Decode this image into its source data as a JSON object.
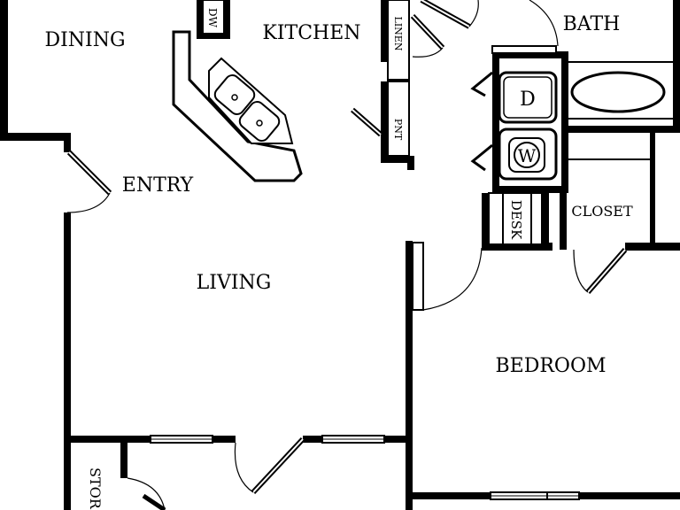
{
  "rooms": {
    "dining": "DINING",
    "kitchen": "KITCHEN",
    "bath": "BATH",
    "entry": "ENTRY",
    "living": "LIVING",
    "bedroom": "BEDROOM",
    "closet": "CLOSET",
    "storage": "STOR"
  },
  "fixtures": {
    "dishwasher": "DW",
    "linen": "LINEN",
    "pantry": "PNT",
    "dryer": "D",
    "washer": "W",
    "desk": "DESK"
  }
}
